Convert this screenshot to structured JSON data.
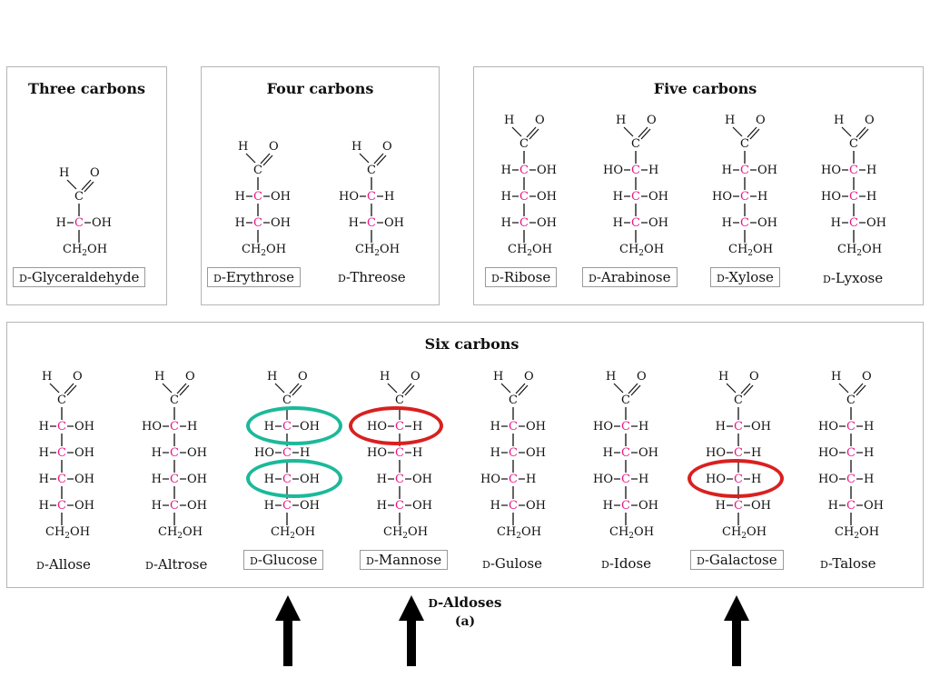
{
  "panels": {
    "three": {
      "title": "Three carbons"
    },
    "four": {
      "title": "Four carbons"
    },
    "five": {
      "title": "Five carbons"
    },
    "six": {
      "title": "Six carbons"
    }
  },
  "molecules": {
    "glyceraldehyde": {
      "name_prefix": "D",
      "name_rest": "-Glyceraldehyde",
      "rows": [
        "H—C—OH"
      ],
      "bottom": "CH2OH"
    },
    "erythrose": {
      "name_prefix": "D",
      "name_rest": "-Erythrose",
      "rows": [
        "H—C—OH",
        "H—C—OH"
      ],
      "bottom": "CH2OH"
    },
    "threose": {
      "name_prefix": "D",
      "name_rest": "-Threose",
      "rows": [
        "HO—C—H",
        "H—C—OH"
      ],
      "bottom": "CH2OH"
    },
    "ribose": {
      "name_prefix": "D",
      "name_rest": "-Ribose",
      "rows": [
        "H—C—OH",
        "H—C—OH",
        "H—C—OH"
      ],
      "bottom": "CH2OH"
    },
    "arabinose": {
      "name_prefix": "D",
      "name_rest": "-Arabinose",
      "rows": [
        "HO—C—H",
        "H—C—OH",
        "H—C—OH"
      ],
      "bottom": "CH2OH"
    },
    "xylose": {
      "name_prefix": "D",
      "name_rest": "-Xylose",
      "rows": [
        "H—C—OH",
        "HO—C—H",
        "H—C—OH"
      ],
      "bottom": "CH2OH"
    },
    "lyxose": {
      "name_prefix": "D",
      "name_rest": "-Lyxose",
      "rows": [
        "HO—C—H",
        "HO—C—H",
        "H—C—OH"
      ],
      "bottom": "CH2OH"
    },
    "allose": {
      "name_prefix": "D",
      "name_rest": "-Allose",
      "rows": [
        "H—C—OH",
        "H—C—OH",
        "H—C—OH",
        "H—C—OH"
      ],
      "bottom": "CH2OH"
    },
    "altrose": {
      "name_prefix": "D",
      "name_rest": "-Altrose",
      "rows": [
        "HO—C—H",
        "H—C—OH",
        "H—C—OH",
        "H—C—OH"
      ],
      "bottom": "CH2OH"
    },
    "glucose": {
      "name_prefix": "D",
      "name_rest": "-Glucose",
      "rows": [
        "H—C—OH",
        "HO—C—H",
        "H—C—OH",
        "H—C—OH"
      ],
      "bottom": "CH2OH"
    },
    "mannose": {
      "name_prefix": "D",
      "name_rest": "-Mannose",
      "rows": [
        "HO—C—H",
        "HO—C—H",
        "H—C—OH",
        "H—C—OH"
      ],
      "bottom": "CH2OH"
    },
    "gulose": {
      "name_prefix": "D",
      "name_rest": "-Gulose",
      "rows": [
        "H—C—OH",
        "H—C—OH",
        "HO—C—H",
        "H—C—OH"
      ],
      "bottom": "CH2OH"
    },
    "idose": {
      "name_prefix": "D",
      "name_rest": "-Idose",
      "rows": [
        "HO—C—H",
        "H—C—OH",
        "HO—C—H",
        "H—C—OH"
      ],
      "bottom": "CH2OH"
    },
    "galactose": {
      "name_prefix": "D",
      "name_rest": "-Galactose",
      "rows": [
        "H—C—OH",
        "HO—C—H",
        "HO—C—H",
        "H—C—OH"
      ],
      "bottom": "CH2OH"
    },
    "talose": {
      "name_prefix": "D",
      "name_rest": "-Talose",
      "rows": [
        "HO—C—H",
        "HO—C—H",
        "HO—C—H",
        "H—C—OH"
      ],
      "bottom": "CH2OH"
    }
  },
  "top_group": {
    "h": "H",
    "c": "C",
    "o": "O"
  },
  "caption": {
    "prefix": "D",
    "rest": "-Aldoses",
    "sub": "(a)"
  },
  "colors": {
    "carbon": "#e8198b",
    "teal": "#1bb99a",
    "red": "#d92020",
    "border": "#b5b5b5"
  }
}
